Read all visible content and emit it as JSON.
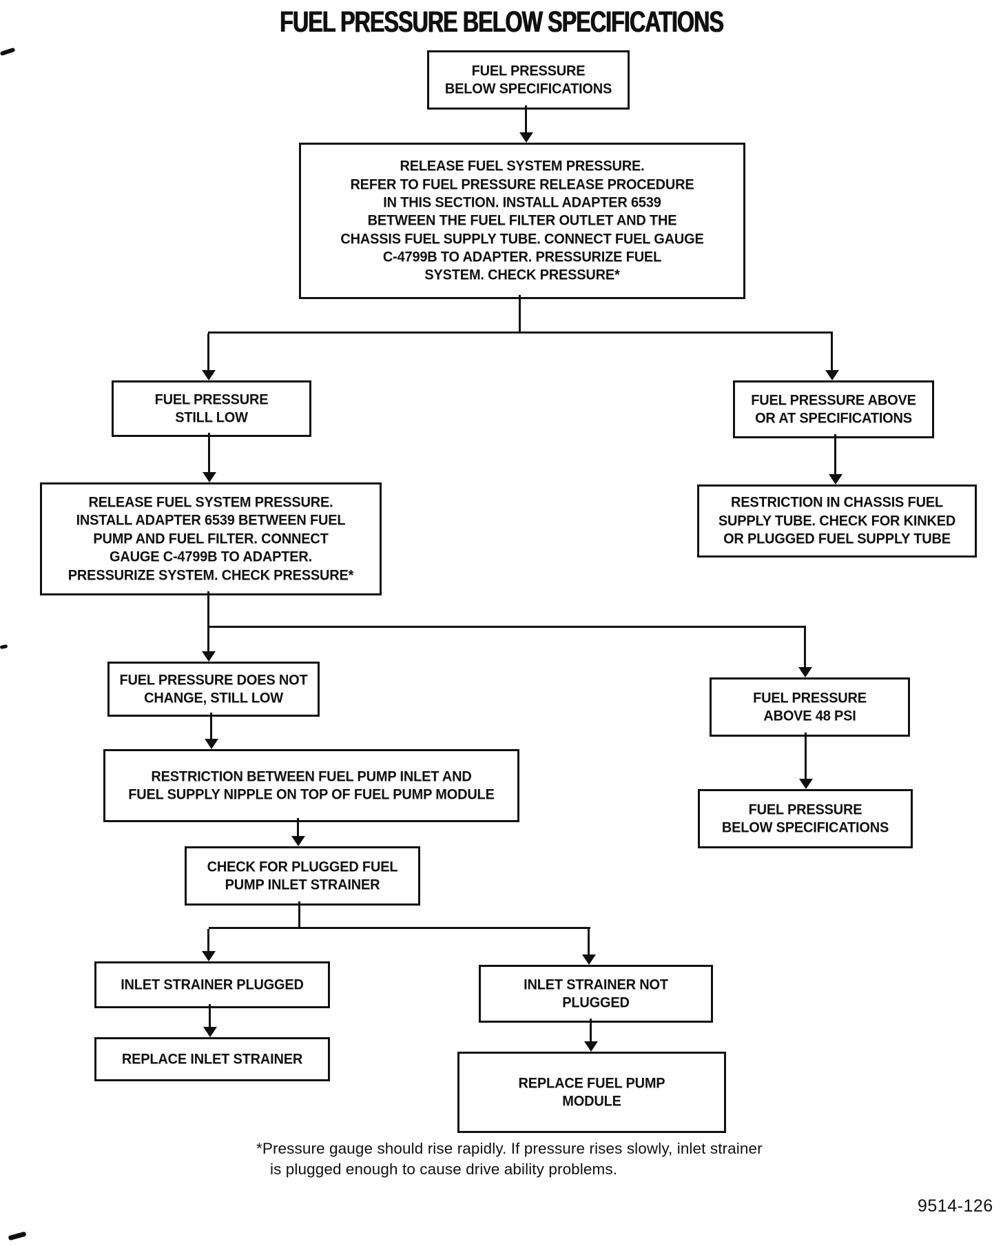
{
  "page": {
    "title": "FUEL PRESSURE BELOW SPECIFICATIONS",
    "figure_code": "9514-126",
    "footnote": {
      "line1": "*Pressure gauge should rise rapidly. If pressure rises slowly, inlet strainer",
      "line2": "is plugged enough to cause drive ability problems."
    }
  },
  "colors": {
    "ink": "#101010",
    "paper": "#ffffff"
  },
  "icons": {
    "arrowhead_down": "▼"
  },
  "nodes": {
    "start": {
      "lines": [
        "FUEL PRESSURE",
        "BELOW SPECIFICATIONS"
      ]
    },
    "test_at_filter": {
      "lines": [
        "RELEASE FUEL SYSTEM PRESSURE.",
        "REFER TO FUEL PRESSURE RELEASE PROCEDURE",
        "IN THIS SECTION. INSTALL ADAPTER 6539",
        "BETWEEN THE FUEL FILTER OUTLET AND THE",
        "CHASSIS FUEL SUPPLY TUBE. CONNECT FUEL GAUGE",
        "C-4799B TO ADAPTER. PRESSURIZE FUEL",
        "SYSTEM. CHECK PRESSURE*"
      ]
    },
    "still_low": {
      "lines": [
        "FUEL PRESSURE",
        "STILL LOW"
      ]
    },
    "above_or_at_spec": {
      "lines": [
        "FUEL PRESSURE ABOVE",
        "OR AT SPECIFICATIONS"
      ]
    },
    "test_at_pump": {
      "lines": [
        "RELEASE FUEL SYSTEM PRESSURE.",
        "INSTALL ADAPTER 6539 BETWEEN FUEL",
        "PUMP AND FUEL FILTER. CONNECT",
        "GAUGE C-4799B TO ADAPTER.",
        "PRESSURIZE SYSTEM. CHECK PRESSURE*"
      ]
    },
    "chassis_restriction": {
      "lines": [
        "RESTRICTION IN CHASSIS FUEL",
        "SUPPLY TUBE. CHECK FOR KINKED",
        "OR PLUGGED FUEL SUPPLY TUBE"
      ]
    },
    "no_change": {
      "lines": [
        "FUEL PRESSURE DOES NOT",
        "CHANGE, STILL LOW"
      ]
    },
    "above_48": {
      "lines": [
        "FUEL PRESSURE",
        "ABOVE 48 PSI"
      ]
    },
    "pump_restriction": {
      "lines": [
        "RESTRICTION BETWEEN FUEL PUMP INLET AND",
        "FUEL SUPPLY NIPPLE ON TOP OF FUEL PUMP MODULE"
      ]
    },
    "below_spec_right": {
      "lines": [
        "FUEL PRESSURE",
        "BELOW SPECIFICATIONS"
      ]
    },
    "check_strainer": {
      "lines": [
        "CHECK FOR PLUGGED FUEL",
        "PUMP INLET STRAINER"
      ]
    },
    "strainer_plugged": {
      "lines": [
        "INLET STRAINER PLUGGED"
      ]
    },
    "strainer_not_plugged": {
      "lines": [
        "INLET STRAINER NOT",
        "PLUGGED"
      ]
    },
    "replace_strainer": {
      "lines": [
        "REPLACE INLET STRAINER"
      ]
    },
    "replace_module": {
      "lines": [
        "REPLACE FUEL PUMP",
        "MODULE"
      ]
    }
  }
}
